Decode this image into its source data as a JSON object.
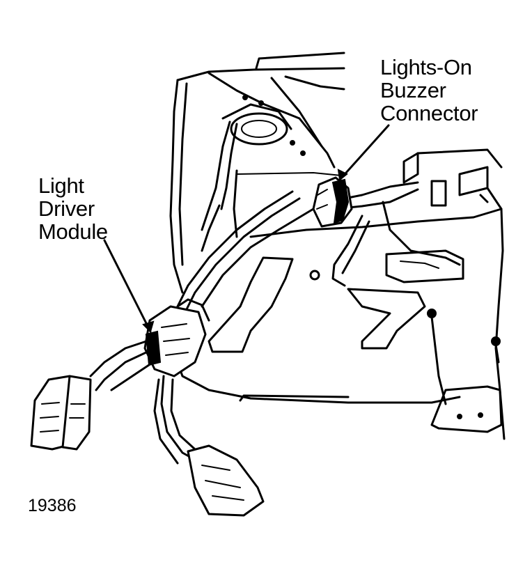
{
  "callouts": {
    "buzzer_connector": [
      "Lights-On",
      "Buzzer",
      "Connector"
    ],
    "light_driver_module": [
      "Light",
      "Driver",
      "Module"
    ]
  },
  "figure_number": "19386"
}
